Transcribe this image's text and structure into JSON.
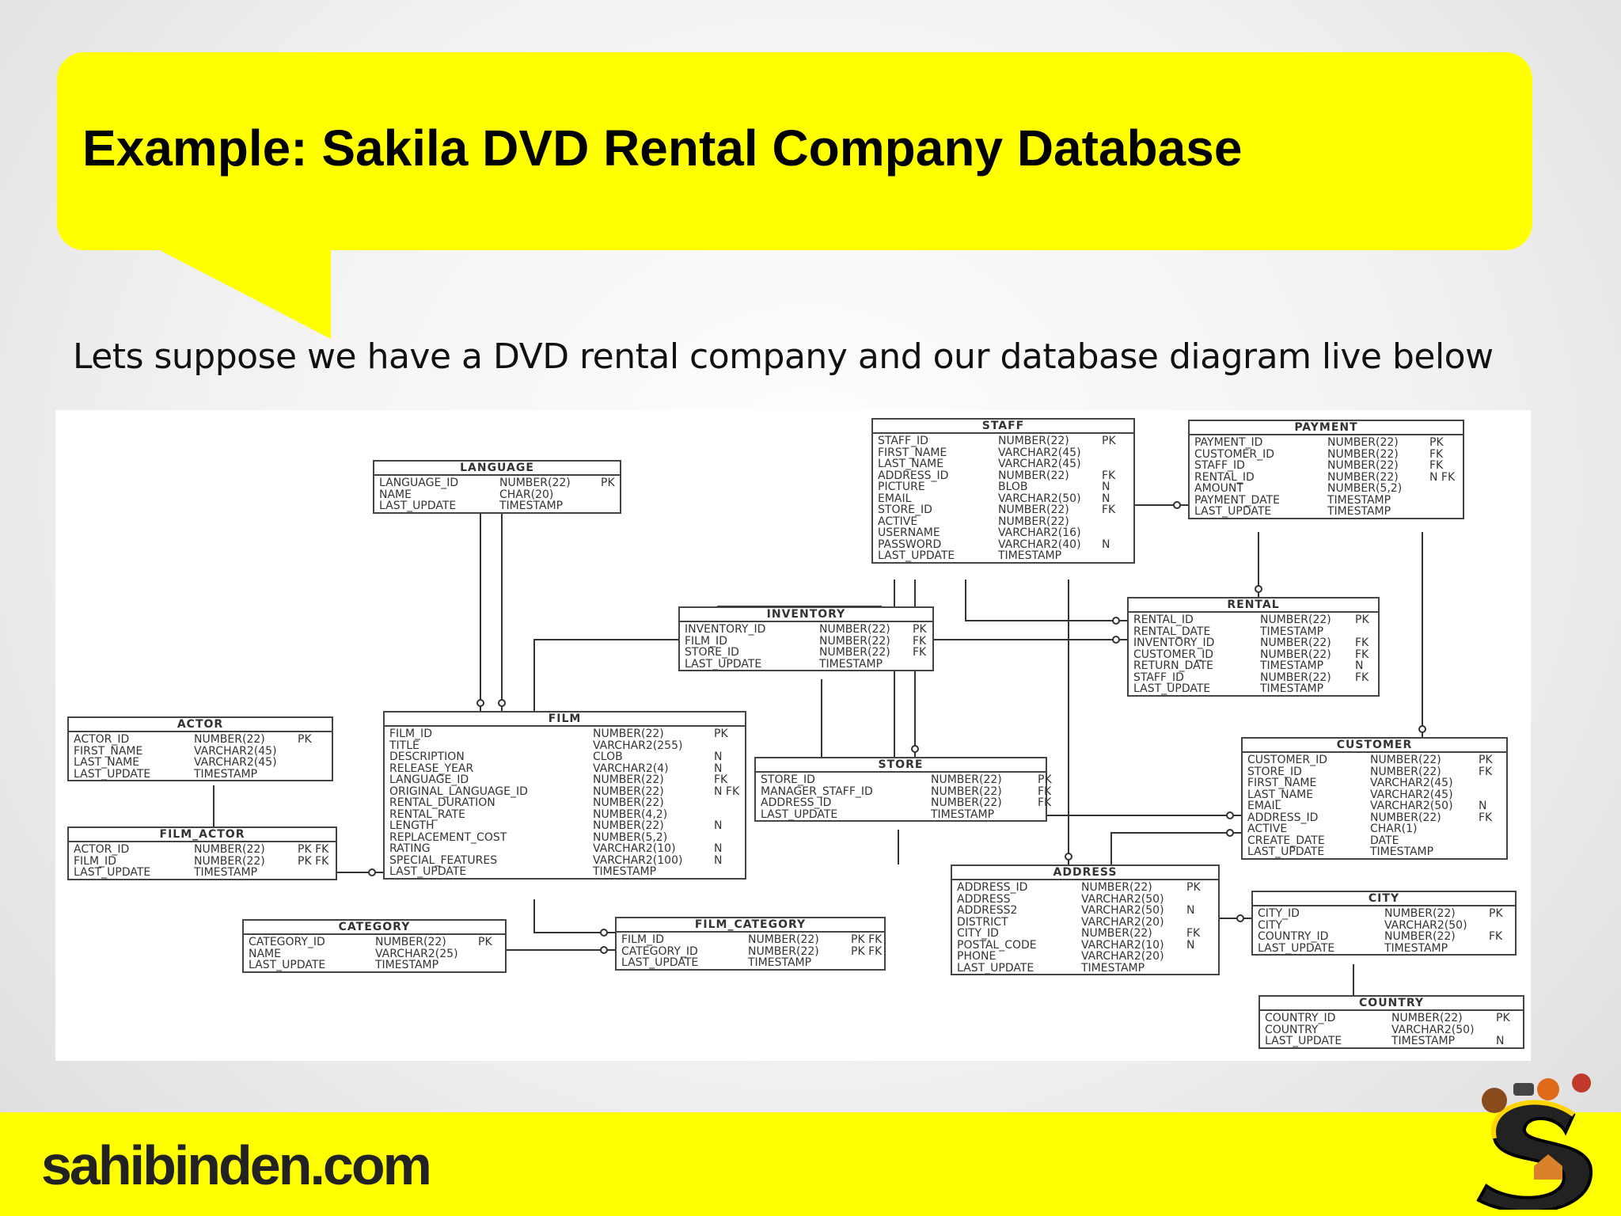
{
  "slide": {
    "title": "Example: Sakila DVD Rental Company Database",
    "subtitle": "Lets suppose we have a DVD rental company and our database diagram live below"
  },
  "footer": {
    "brand": "sahibinden.com"
  },
  "colors": {
    "accent": "#ffff00",
    "line": "#333333"
  },
  "diagram": {
    "entities": [
      {
        "name": "STAFF",
        "rows": [
          [
            "STAFF_ID",
            "NUMBER(22)",
            "PK"
          ],
          [
            "FIRST_NAME",
            "VARCHAR2(45)",
            ""
          ],
          [
            "LAST_NAME",
            "VARCHAR2(45)",
            ""
          ],
          [
            "ADDRESS_ID",
            "NUMBER(22)",
            "FK"
          ],
          [
            "PICTURE",
            "BLOB",
            "N"
          ],
          [
            "EMAIL",
            "VARCHAR2(50)",
            "N"
          ],
          [
            "STORE_ID",
            "NUMBER(22)",
            "FK"
          ],
          [
            "ACTIVE",
            "NUMBER(22)",
            ""
          ],
          [
            "USERNAME",
            "VARCHAR2(16)",
            ""
          ],
          [
            "PASSWORD",
            "VARCHAR2(40)",
            "N"
          ],
          [
            "LAST_UPDATE",
            "TIMESTAMP",
            ""
          ]
        ]
      },
      {
        "name": "PAYMENT",
        "rows": [
          [
            "PAYMENT_ID",
            "NUMBER(22)",
            "PK"
          ],
          [
            "CUSTOMER_ID",
            "NUMBER(22)",
            "FK"
          ],
          [
            "STAFF_ID",
            "NUMBER(22)",
            "FK"
          ],
          [
            "RENTAL_ID",
            "NUMBER(22)",
            "N FK"
          ],
          [
            "AMOUNT",
            "NUMBER(5,2)",
            ""
          ],
          [
            "PAYMENT_DATE",
            "TIMESTAMP",
            ""
          ],
          [
            "LAST_UPDATE",
            "TIMESTAMP",
            ""
          ]
        ]
      },
      {
        "name": "LANGUAGE",
        "rows": [
          [
            "LANGUAGE_ID",
            "NUMBER(22)",
            "PK"
          ],
          [
            "NAME",
            "CHAR(20)",
            ""
          ],
          [
            "LAST_UPDATE",
            "TIMESTAMP",
            ""
          ]
        ]
      },
      {
        "name": "INVENTORY",
        "rows": [
          [
            "INVENTORY_ID",
            "NUMBER(22)",
            "PK"
          ],
          [
            "FILM_ID",
            "NUMBER(22)",
            "FK"
          ],
          [
            "STORE_ID",
            "NUMBER(22)",
            "FK"
          ],
          [
            "LAST_UPDATE",
            "TIMESTAMP",
            ""
          ]
        ]
      },
      {
        "name": "RENTAL",
        "rows": [
          [
            "RENTAL_ID",
            "NUMBER(22)",
            "PK"
          ],
          [
            "RENTAL_DATE",
            "TIMESTAMP",
            ""
          ],
          [
            "INVENTORY_ID",
            "NUMBER(22)",
            "FK"
          ],
          [
            "CUSTOMER_ID",
            "NUMBER(22)",
            "FK"
          ],
          [
            "RETURN_DATE",
            "TIMESTAMP",
            "N"
          ],
          [
            "STAFF_ID",
            "NUMBER(22)",
            "FK"
          ],
          [
            "LAST_UPDATE",
            "TIMESTAMP",
            ""
          ]
        ]
      },
      {
        "name": "ACTOR",
        "rows": [
          [
            "ACTOR_ID",
            "NUMBER(22)",
            "PK"
          ],
          [
            "FIRST_NAME",
            "VARCHAR2(45)",
            ""
          ],
          [
            "LAST_NAME",
            "VARCHAR2(45)",
            ""
          ],
          [
            "LAST_UPDATE",
            "TIMESTAMP",
            ""
          ]
        ]
      },
      {
        "name": "FILM",
        "rows": [
          [
            "FILM_ID",
            "NUMBER(22)",
            "PK"
          ],
          [
            "TITLE",
            "VARCHAR2(255)",
            ""
          ],
          [
            "DESCRIPTION",
            "CLOB",
            "N"
          ],
          [
            "RELEASE_YEAR",
            "VARCHAR2(4)",
            "N"
          ],
          [
            "LANGUAGE_ID",
            "NUMBER(22)",
            "FK"
          ],
          [
            "ORIGINAL_LANGUAGE_ID",
            "NUMBER(22)",
            "N FK"
          ],
          [
            "RENTAL_DURATION",
            "NUMBER(22)",
            ""
          ],
          [
            "RENTAL_RATE",
            "NUMBER(4,2)",
            ""
          ],
          [
            "LENGTH",
            "NUMBER(22)",
            "N"
          ],
          [
            "REPLACEMENT_COST",
            "NUMBER(5,2)",
            ""
          ],
          [
            "RATING",
            "VARCHAR2(10)",
            "N"
          ],
          [
            "SPECIAL_FEATURES",
            "VARCHAR2(100)",
            "N"
          ],
          [
            "LAST_UPDATE",
            "TIMESTAMP",
            ""
          ]
        ]
      },
      {
        "name": "STORE",
        "rows": [
          [
            "STORE_ID",
            "NUMBER(22)",
            "PK"
          ],
          [
            "MANAGER_STAFF_ID",
            "NUMBER(22)",
            "FK"
          ],
          [
            "ADDRESS_ID",
            "NUMBER(22)",
            "FK"
          ],
          [
            "LAST_UPDATE",
            "TIMESTAMP",
            ""
          ]
        ]
      },
      {
        "name": "CUSTOMER",
        "rows": [
          [
            "CUSTOMER_ID",
            "NUMBER(22)",
            "PK"
          ],
          [
            "STORE_ID",
            "NUMBER(22)",
            "FK"
          ],
          [
            "FIRST_NAME",
            "VARCHAR2(45)",
            ""
          ],
          [
            "LAST_NAME",
            "VARCHAR2(45)",
            ""
          ],
          [
            "EMAIL",
            "VARCHAR2(50)",
            "N"
          ],
          [
            "ADDRESS_ID",
            "NUMBER(22)",
            "FK"
          ],
          [
            "ACTIVE",
            "CHAR(1)",
            ""
          ],
          [
            "CREATE_DATE",
            "DATE",
            ""
          ],
          [
            "LAST_UPDATE",
            "TIMESTAMP",
            ""
          ]
        ]
      },
      {
        "name": "FILM_ACTOR",
        "rows": [
          [
            "ACTOR_ID",
            "NUMBER(22)",
            "PK FK"
          ],
          [
            "FILM_ID",
            "NUMBER(22)",
            "PK FK"
          ],
          [
            "LAST_UPDATE",
            "TIMESTAMP",
            ""
          ]
        ]
      },
      {
        "name": "ADDRESS",
        "rows": [
          [
            "ADDRESS_ID",
            "NUMBER(22)",
            "PK"
          ],
          [
            "ADDRESS",
            "VARCHAR2(50)",
            ""
          ],
          [
            "ADDRESS2",
            "VARCHAR2(50)",
            "N"
          ],
          [
            "DISTRICT",
            "VARCHAR2(20)",
            ""
          ],
          [
            "CITY_ID",
            "NUMBER(22)",
            "FK"
          ],
          [
            "POSTAL_CODE",
            "VARCHAR2(10)",
            "N"
          ],
          [
            "PHONE",
            "VARCHAR2(20)",
            ""
          ],
          [
            "LAST_UPDATE",
            "TIMESTAMP",
            ""
          ]
        ]
      },
      {
        "name": "CITY",
        "rows": [
          [
            "CITY_ID",
            "NUMBER(22)",
            "PK"
          ],
          [
            "CITY",
            "VARCHAR2(50)",
            ""
          ],
          [
            "COUNTRY_ID",
            "NUMBER(22)",
            "FK"
          ],
          [
            "LAST_UPDATE",
            "TIMESTAMP",
            ""
          ]
        ]
      },
      {
        "name": "CATEGORY",
        "rows": [
          [
            "CATEGORY_ID",
            "NUMBER(22)",
            "PK"
          ],
          [
            "NAME",
            "VARCHAR2(25)",
            ""
          ],
          [
            "LAST_UPDATE",
            "TIMESTAMP",
            ""
          ]
        ]
      },
      {
        "name": "FILM_CATEGORY",
        "rows": [
          [
            "FILM_ID",
            "NUMBER(22)",
            "PK FK"
          ],
          [
            "CATEGORY_ID",
            "NUMBER(22)",
            "PK FK"
          ],
          [
            "LAST_UPDATE",
            "TIMESTAMP",
            ""
          ]
        ]
      },
      {
        "name": "COUNTRY",
        "rows": [
          [
            "COUNTRY_ID",
            "NUMBER(22)",
            "PK"
          ],
          [
            "COUNTRY",
            "VARCHAR2(50)",
            ""
          ],
          [
            "LAST_UPDATE",
            "TIMESTAMP",
            "N"
          ]
        ]
      }
    ]
  }
}
